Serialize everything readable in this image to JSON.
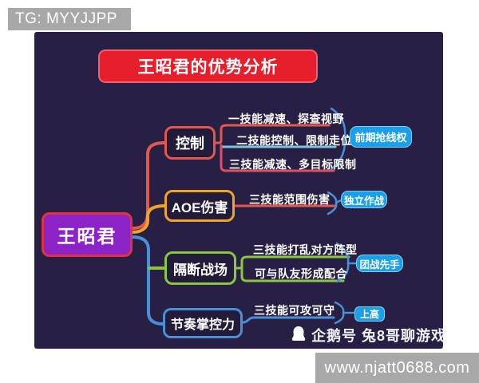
{
  "banners": {
    "top_left": "TG: MYYJJPP",
    "bottom_right": "www.njatt0688.com"
  },
  "mindmap": {
    "title": "王昭君的优势分析",
    "root": "王昭君",
    "branches": [
      {
        "label": "控制",
        "accent": "#e4574d",
        "items": [
          {
            "text": "一技能减速、探查视野",
            "line": "#e4574d"
          },
          {
            "text": "二技能控制、限制走位",
            "line": "#7cc4e0"
          },
          {
            "text": "三技能减速、多目标限制",
            "line": "#e04e62"
          }
        ],
        "result": "前期抢线权"
      },
      {
        "label": "AOE伤害",
        "accent": "#f0a426",
        "items": [
          {
            "text": "三技能范围伤害",
            "line": "#e4574d"
          }
        ],
        "result": "独立作战"
      },
      {
        "label": "隔断战场",
        "accent": "#8cc63f",
        "items": [
          {
            "text": "三技能打乱对方阵型",
            "line": "#8cc63f"
          },
          {
            "text": "可与队友形成配合",
            "line": "#8cc63f"
          }
        ],
        "result": "团战先手"
      },
      {
        "label": "节奏掌控力",
        "accent": "#4a90d6",
        "items": [
          {
            "text": "三技能可攻可守",
            "line": "#4a90d6"
          }
        ],
        "result": "上高"
      }
    ],
    "footer": "企鹅号 兔8哥聊游戏"
  },
  "colors": {
    "panel_bg": "#282044",
    "title_bg": "#e71e2c",
    "title_border": "#f2606b",
    "root_bg": "#8b23c6",
    "root_border": "#e0333f",
    "pill_bg": "#1b9fe8",
    "bracket": "#4a90d6",
    "banner_bg": "#a8a8a8",
    "connector_red": "#e4574d",
    "connector_yellow": "#f0a426",
    "connector_green": "#8cc63f",
    "connector_blue": "#4a90d6"
  }
}
